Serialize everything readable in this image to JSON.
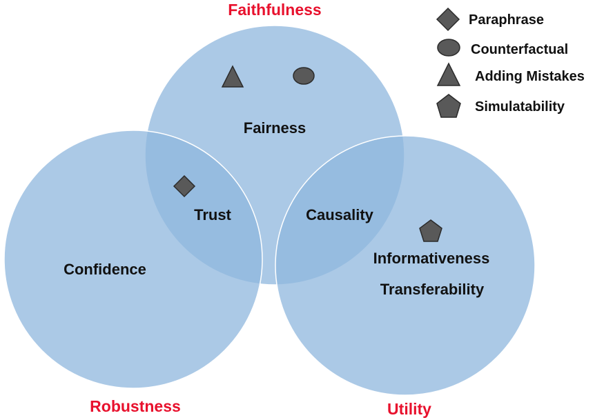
{
  "colors": {
    "circle_fill": "#8fb7de",
    "circle_stroke": "#ffffff",
    "outer_label": "#e8112d",
    "marker_fill": "#595959",
    "text": "#111111"
  },
  "circles": {
    "faithfulness": "Faithfulness",
    "robustness": "Robustness",
    "utility": "Utility"
  },
  "concepts": {
    "fairness": "Fairness",
    "trust": "Trust",
    "causality": "Causality",
    "confidence": "Confidence",
    "informativeness": "Informativeness",
    "transferability": "Transferability"
  },
  "legend": [
    {
      "shape": "diamond",
      "label": "Paraphrase"
    },
    {
      "shape": "ellipse",
      "label": "Counterfactual"
    },
    {
      "shape": "triangle",
      "label": "Adding Mistakes"
    },
    {
      "shape": "pentagon",
      "label": "Simulatability"
    }
  ]
}
